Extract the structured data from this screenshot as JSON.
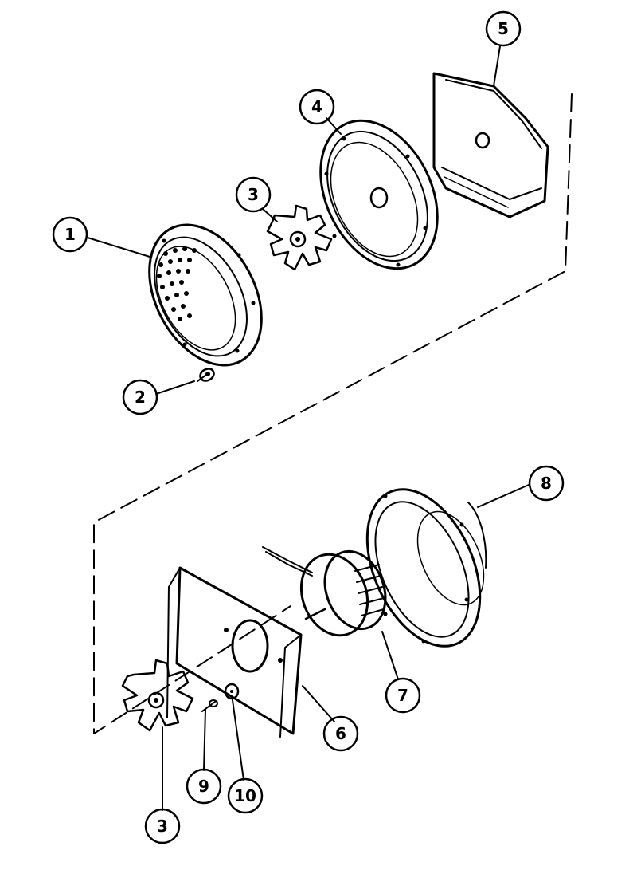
{
  "diagram": {
    "callouts": [
      {
        "label": "1"
      },
      {
        "label": "2"
      },
      {
        "label": "3"
      },
      {
        "label": "4"
      },
      {
        "label": "5"
      },
      {
        "label": "8"
      },
      {
        "label": "7"
      },
      {
        "label": "6"
      },
      {
        "label": "9"
      },
      {
        "label": "10"
      },
      {
        "label": "3"
      }
    ]
  },
  "colors": {
    "ink": "#000000",
    "paper": "#ffffff"
  }
}
